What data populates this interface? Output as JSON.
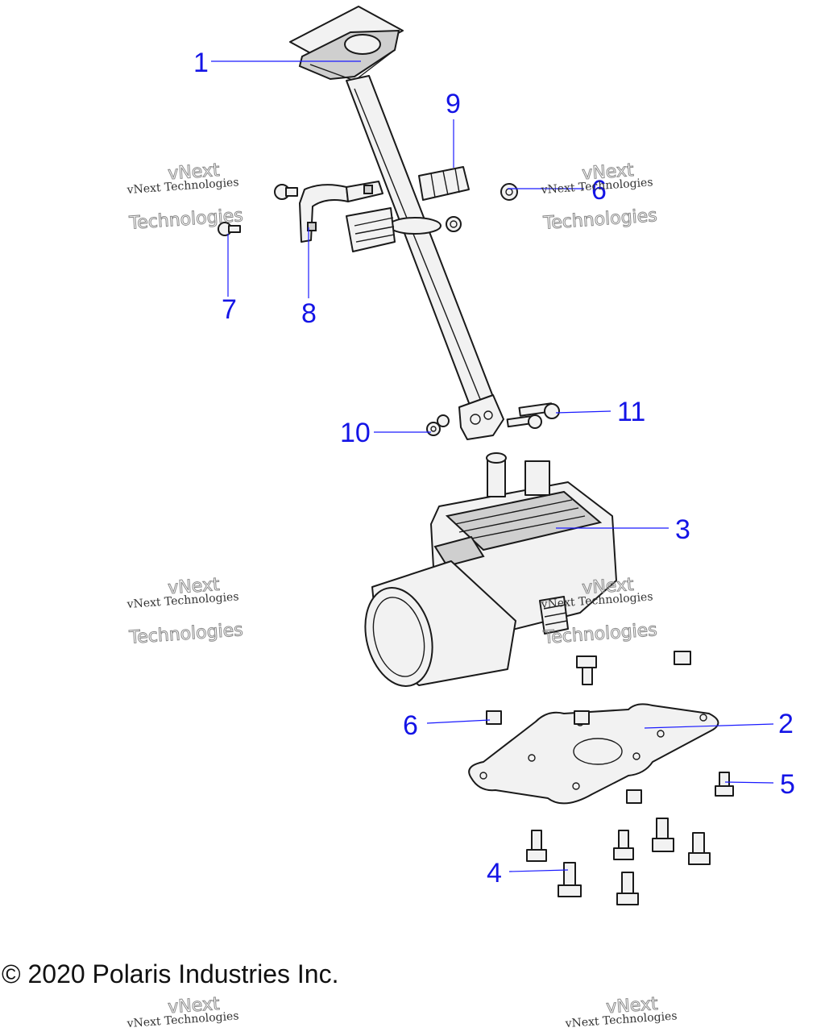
{
  "callouts": [
    {
      "id": "1",
      "label": "1"
    },
    {
      "id": "2",
      "label": "2"
    },
    {
      "id": "3",
      "label": "3"
    },
    {
      "id": "4",
      "label": "4"
    },
    {
      "id": "5",
      "label": "5"
    },
    {
      "id": "6a",
      "label": "6"
    },
    {
      "id": "6b",
      "label": "6"
    },
    {
      "id": "7",
      "label": "7"
    },
    {
      "id": "8",
      "label": "8"
    },
    {
      "id": "9",
      "label": "9"
    },
    {
      "id": "10",
      "label": "10"
    },
    {
      "id": "11",
      "label": "11"
    }
  ],
  "watermark": {
    "line1": "vNext Technologies",
    "line2": "vNext",
    "line3": "Technologies"
  },
  "copyright": "© 2020 Polaris Industries Inc.",
  "colors": {
    "callout": "#1414e6",
    "line_art": "#1a1a1a"
  }
}
